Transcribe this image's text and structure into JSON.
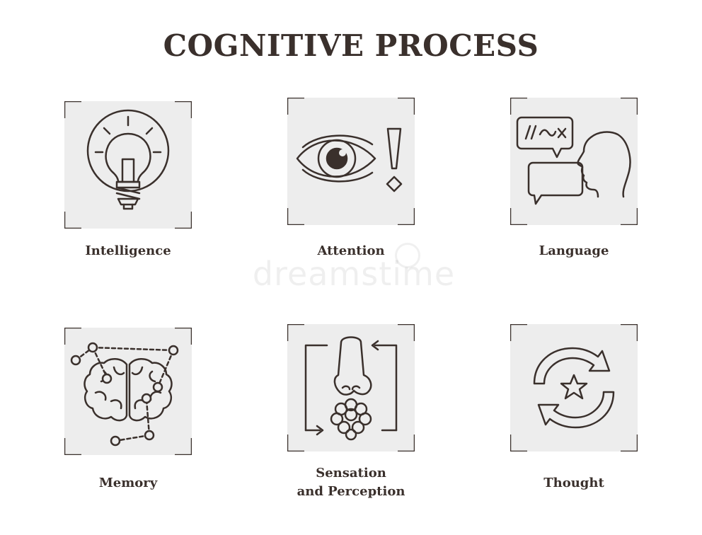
{
  "title": "COGNITIVE PROCESS",
  "watermark": "dreamstime",
  "colors": {
    "ink": "#3a302c",
    "tile": "#ededed",
    "background": "#ffffff"
  },
  "items": [
    {
      "label": "Intelligence",
      "icon": "lightbulb-icon"
    },
    {
      "label": "Attention",
      "icon": "eye-exclamation-icon"
    },
    {
      "label": "Language",
      "icon": "speech-bubbles-head-icon"
    },
    {
      "label": "Memory",
      "icon": "brain-network-icon"
    },
    {
      "label": "Sensation",
      "label2": "and Perception",
      "icon": "nose-flower-icon"
    },
    {
      "label": "Thought",
      "icon": "cycle-star-icon"
    }
  ]
}
